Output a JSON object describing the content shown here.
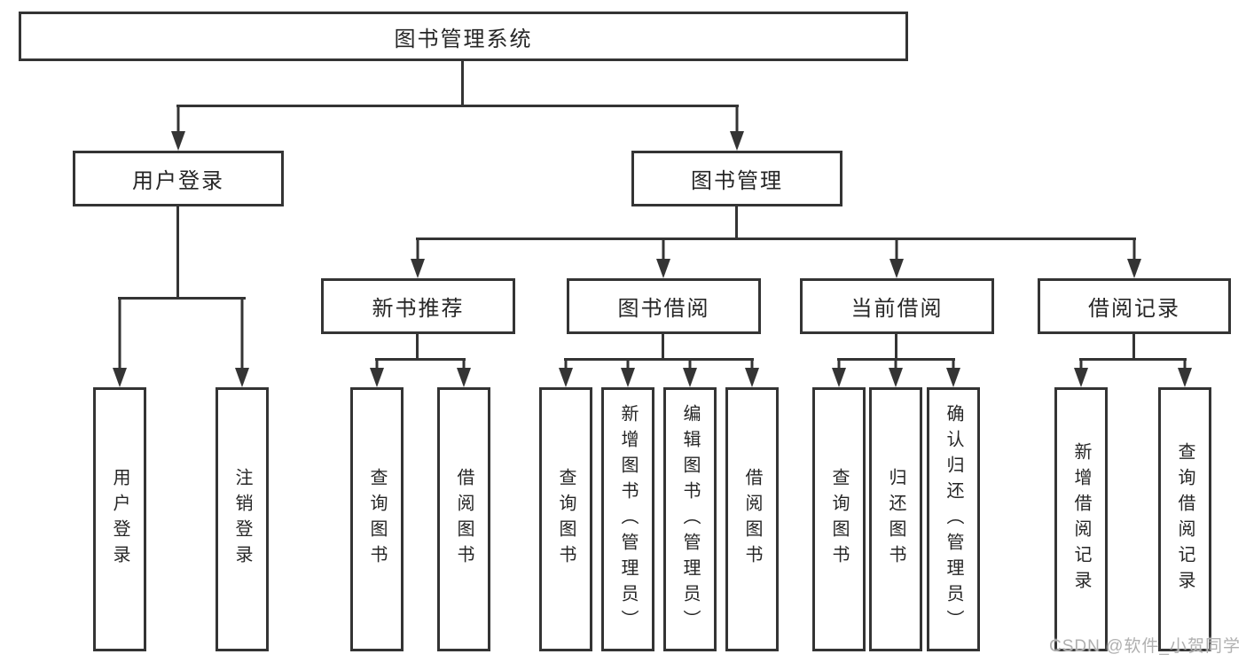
{
  "diagram": {
    "root": {
      "label": "图书管理系统"
    },
    "level2": [
      {
        "label": "用户登录"
      },
      {
        "label": "图书管理"
      }
    ],
    "level3": [
      {
        "label": "新书推荐"
      },
      {
        "label": "图书借阅"
      },
      {
        "label": "当前借阅"
      },
      {
        "label": "借阅记录"
      }
    ],
    "leaves": {
      "user_login": [
        "用户登录",
        "注销登录"
      ],
      "new_book_recommend": [
        "查询图书",
        "借阅图书"
      ],
      "book_borrow": [
        "查询图书",
        "新增图书（管理员）",
        "编辑图书（管理员）",
        "借阅图书"
      ],
      "current_borrow": [
        "查询图书",
        "归还图书",
        "确认归还（管理员）"
      ],
      "borrow_records": [
        "新增借阅记录",
        "查询借阅记录"
      ]
    },
    "watermark": "CSDN @软件_小贺同学",
    "colors": {
      "line": "#343434",
      "text": "#262626",
      "watermark": "#b0b0b0"
    }
  }
}
